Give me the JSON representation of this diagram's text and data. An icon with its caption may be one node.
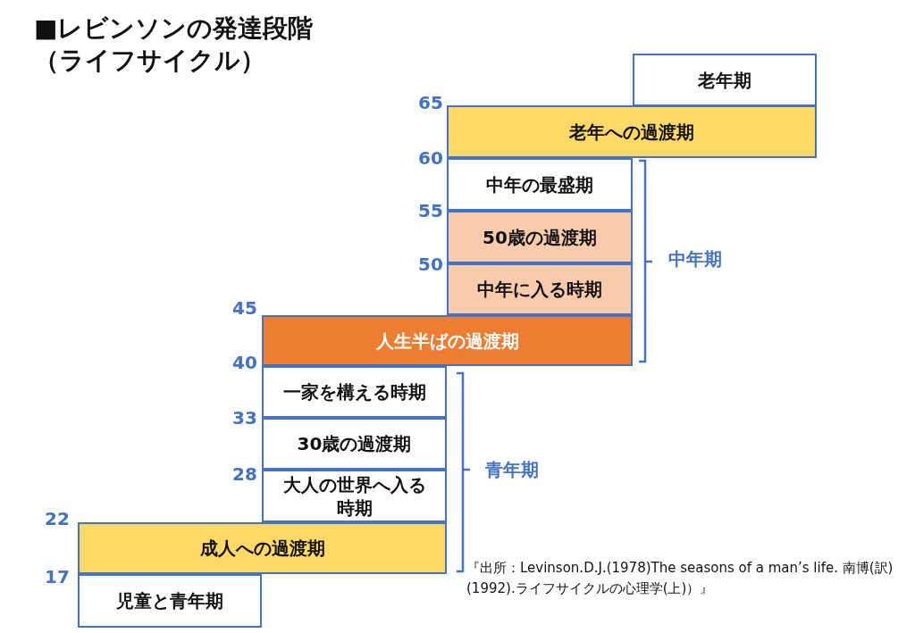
{
  "diagram": {
    "title": "■レビンソンの発達段階（ライフサイクル）",
    "nodes": [
      {
        "text": [
          "老年期"
        ]
      },
      {
        "text": [
          "老年への過渡期"
        ]
      },
      {
        "text": [
          "中年の最盛期"
        ]
      },
      {
        "text": [
          "50歳の過渡期"
        ]
      },
      {
        "text": [
          "中年に入る時期"
        ]
      },
      {
        "text": [
          "人生半ばの過渡期"
        ]
      },
      {
        "text": [
          "一家を構える時期"
        ]
      },
      {
        "text": [
          "30歳の過渡期"
        ]
      },
      {
        "text": [
          "大人の世界へ入る時期"
        ]
      },
      {
        "text": [
          "成人への過渡期"
        ]
      },
      {
        "text": [
          "児童と青年期"
        ]
      }
    ],
    "edges": [],
    "labels": [
      "65",
      "60",
      "55",
      "50",
      "中年期",
      "45",
      "40",
      "33",
      "28",
      "青年期",
      "22",
      "17",
      "『出所：Levinson.D.J.(1978)The seasons of a man’s life. 南博(訳)(1992).ライフサイクルの心理学(上)）』"
    ]
  }
}
